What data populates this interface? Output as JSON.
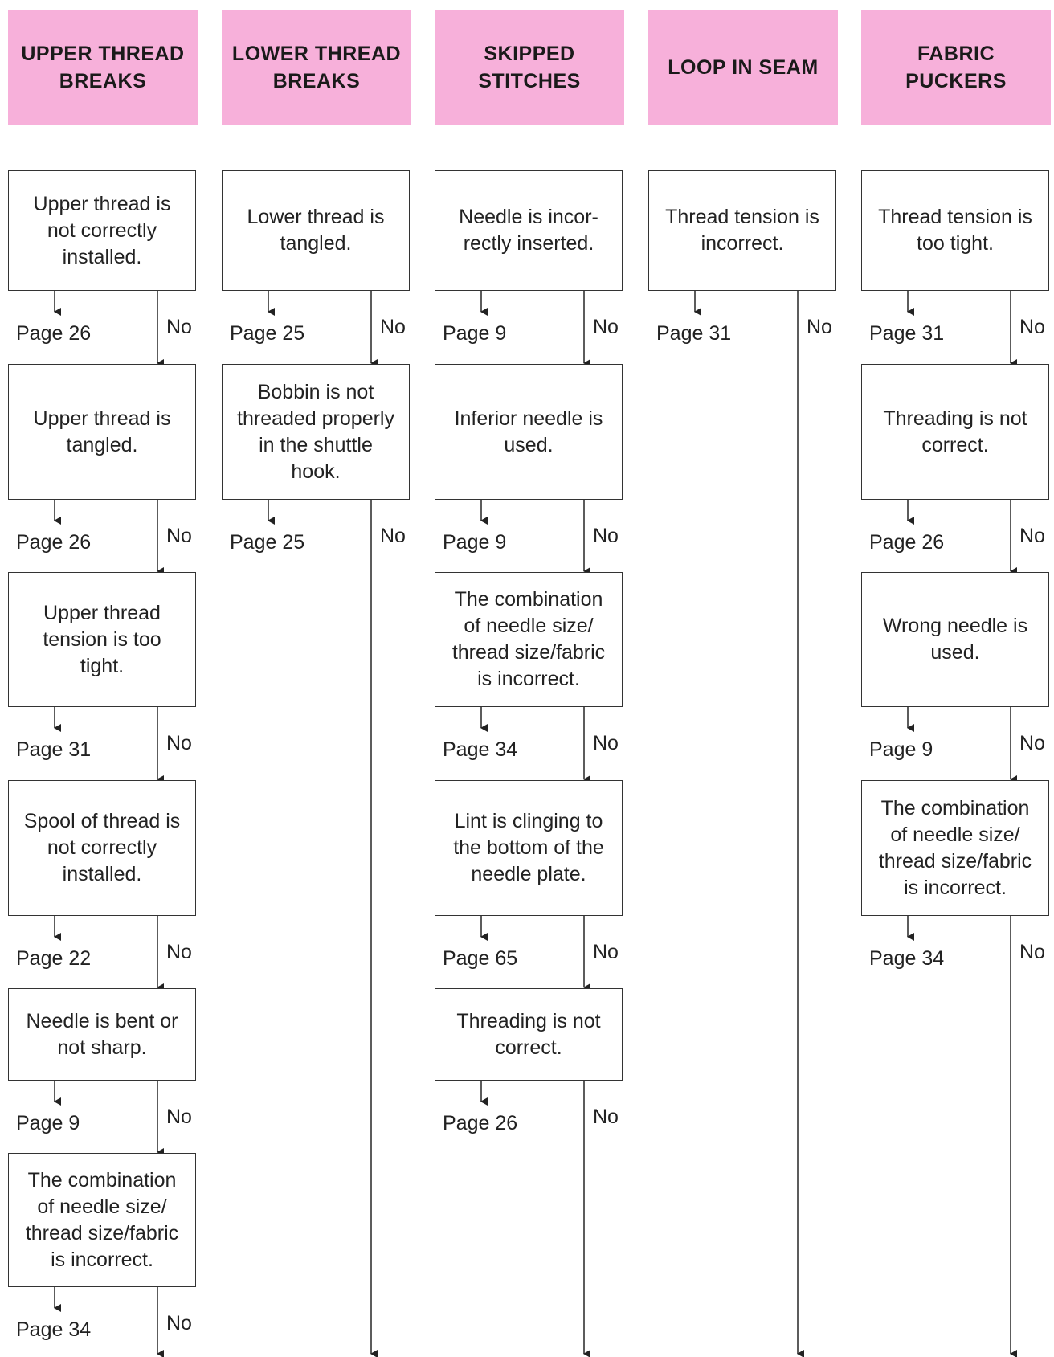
{
  "columns": [
    {
      "title": "UPPER THREAD\nBREAKS",
      "nodes": [
        {
          "text": "Upper thread is\nnot correctly\ninstalled.",
          "page": "Page 26"
        },
        {
          "text": "Upper thread is\ntangled.",
          "page": "Page 26"
        },
        {
          "text": "Upper thread\ntension is too\ntight.",
          "page": "Page 31"
        },
        {
          "text": "Spool of thread is\nnot correctly\ninstalled.",
          "page": "Page 22"
        },
        {
          "text": "Needle is bent or\nnot sharp.",
          "page": "Page 9"
        },
        {
          "text": "The combination\nof needle size/\nthread size/fabric\nis incorrect.",
          "page": "Page 34"
        }
      ]
    },
    {
      "title": "LOWER THREAD\nBREAKS",
      "nodes": [
        {
          "text": "Lower thread is\ntangled.",
          "page": "Page 25"
        },
        {
          "text": "Bobbin is not\nthreaded properly\nin the shuttle\nhook.",
          "page": "Page 25"
        }
      ]
    },
    {
      "title": "SKIPPED\nSTITCHES",
      "nodes": [
        {
          "text": "Needle is incor-\nrectly inserted.",
          "page": "Page 9"
        },
        {
          "text": "Inferior needle is\nused.",
          "page": "Page 9"
        },
        {
          "text": "The combination\nof needle size/\nthread size/fabric\nis incorrect.",
          "page": "Page 34"
        },
        {
          "text": "Lint is clinging to\nthe bottom of the\nneedle plate.",
          "page": "Page 65"
        },
        {
          "text": "Threading is not\ncorrect.",
          "page": "Page 26"
        }
      ]
    },
    {
      "title": "LOOP IN SEAM",
      "nodes": [
        {
          "text": "Thread tension is\nincorrect.",
          "page": "Page 31"
        }
      ]
    },
    {
      "title": "FABRIC\nPUCKERS",
      "nodes": [
        {
          "text": "Thread tension is\ntoo tight.",
          "page": "Page 31"
        },
        {
          "text": "Threading is not\ncorrect.",
          "page": "Page 26"
        },
        {
          "text": "Wrong needle is\nused.",
          "page": "Page 9"
        },
        {
          "text": "The combination\nof needle size/\nthread size/fabric\nis incorrect.",
          "page": "Page 34"
        }
      ]
    }
  ],
  "no_label": "No",
  "colors": {
    "header": "#f7b0da",
    "line": "#333333"
  }
}
